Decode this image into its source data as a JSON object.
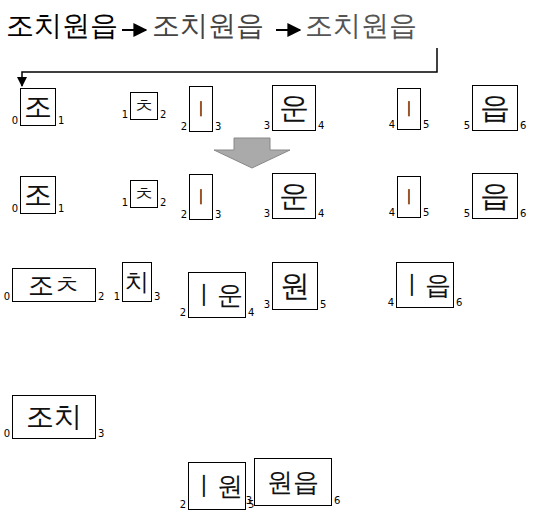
{
  "diagram": {
    "nodes": [
      {
        "text": [
          "조"
        ]
      },
      {
        "text": [
          "ㅊ"
        ]
      },
      {
        "text": [
          "ㅣ"
        ]
      },
      {
        "text": [
          "운"
        ]
      },
      {
        "text": [
          "ㅣ"
        ]
      },
      {
        "text": [
          "읍"
        ]
      },
      {
        "text": [
          "조"
        ]
      },
      {
        "text": [
          "ㅊ"
        ]
      },
      {
        "text": [
          "ㅣ"
        ]
      },
      {
        "text": [
          "운"
        ]
      },
      {
        "text": [
          "ㅣ"
        ]
      },
      {
        "text": [
          "읍"
        ]
      },
      {
        "text": [
          "조ㅊ"
        ]
      },
      {
        "text": [
          "치"
        ]
      },
      {
        "text": [
          "ㅣ운"
        ]
      },
      {
        "text": [
          "원"
        ]
      },
      {
        "text": [
          "ㅣ읍"
        ]
      },
      {
        "text": [
          "조치"
        ]
      },
      {
        "text": [
          "ㅣ원"
        ]
      },
      {
        "text": [
          "원읍"
        ]
      }
    ],
    "labels": [
      "조치원읍",
      "조치원읍",
      "조치원읍",
      "0",
      "1",
      "1",
      "2",
      "2",
      "3",
      "3",
      "4",
      "4",
      "5",
      "5",
      "6",
      "0",
      "1",
      "1",
      "2",
      "2",
      "3",
      "3",
      "4",
      "4",
      "5",
      "5",
      "6",
      "0",
      "2",
      "1",
      "3",
      "2",
      "4",
      "3",
      "5",
      "4",
      "6",
      "0",
      "3",
      "2",
      "5",
      "3",
      "6"
    ]
  }
}
